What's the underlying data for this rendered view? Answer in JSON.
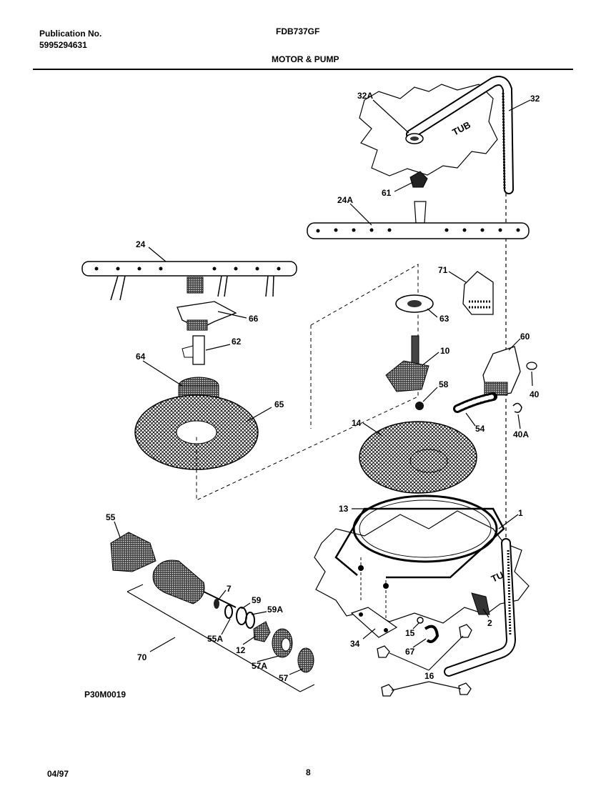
{
  "header": {
    "publication_label": "Publication No.",
    "publication_number": "5995294631",
    "model": "FDB737GF",
    "section_title": "MOTOR & PUMP"
  },
  "footer": {
    "date": "04/97",
    "page": "8",
    "drawing_code": "P30M0019"
  },
  "part_labels": {
    "p32A": "32A",
    "p32": "32",
    "p61": "61",
    "p24A": "24A",
    "p24": "24",
    "p71": "71",
    "p66": "66",
    "p63": "63",
    "p62": "62",
    "p10": "10",
    "p60": "60",
    "p64": "64",
    "p58": "58",
    "p40": "40",
    "p65": "65",
    "p14": "14",
    "p54": "54",
    "p40A": "40A",
    "p13": "13",
    "p1": "1",
    "p55": "55",
    "p7": "7",
    "p59": "59",
    "p59A": "59A",
    "p55A": "55A",
    "p12": "12",
    "p70": "70",
    "p57A": "57A",
    "p57": "57",
    "p15": "15",
    "p2": "2",
    "p34": "34",
    "p67": "67",
    "p16": "16"
  },
  "tub_labels": {
    "upper": "TUB",
    "lower": "TUB"
  }
}
